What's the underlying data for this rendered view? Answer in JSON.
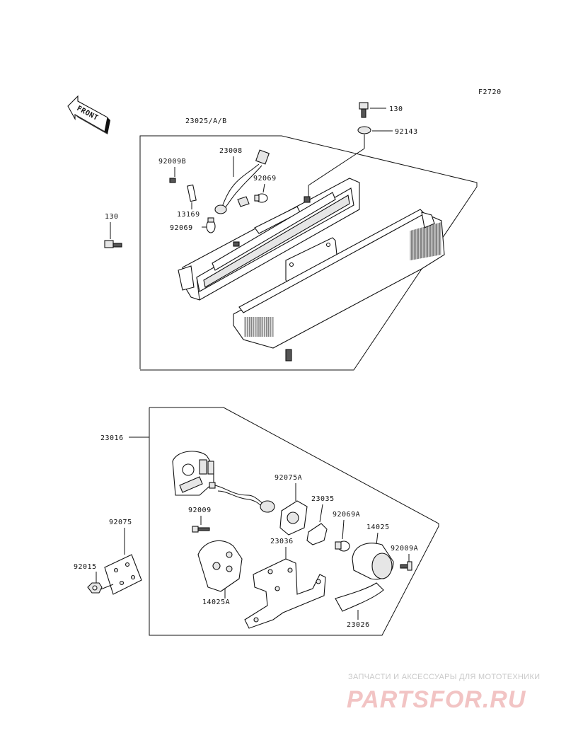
{
  "code": "F2720",
  "front_label": "FRONT",
  "upper_group": {
    "assembly": "23025/A/B",
    "parts": {
      "bolt_top": "130",
      "grommet": "92143",
      "screw_b": "92009B",
      "socket": "23008",
      "bulb_1": "92069",
      "plate": "13169",
      "bulb_2": "92069",
      "bolt_left": "130"
    }
  },
  "lower_group": {
    "assembly": "23016",
    "parts": {
      "socket_a": "92075A",
      "holder": "23035",
      "bulb_a": "92069A",
      "lens": "14025",
      "screw": "92009",
      "screw_a": "92009A",
      "bracket": "23036",
      "cover_a": "14025A",
      "band": "23026",
      "plate": "92075",
      "nut": "92015"
    }
  },
  "watermark": {
    "caption": "ЗАПЧАСТИ И АКСЕССУАРЫ ДЛЯ МОТОТЕХНИКИ",
    "logo": "PARTSFOR.RU"
  }
}
